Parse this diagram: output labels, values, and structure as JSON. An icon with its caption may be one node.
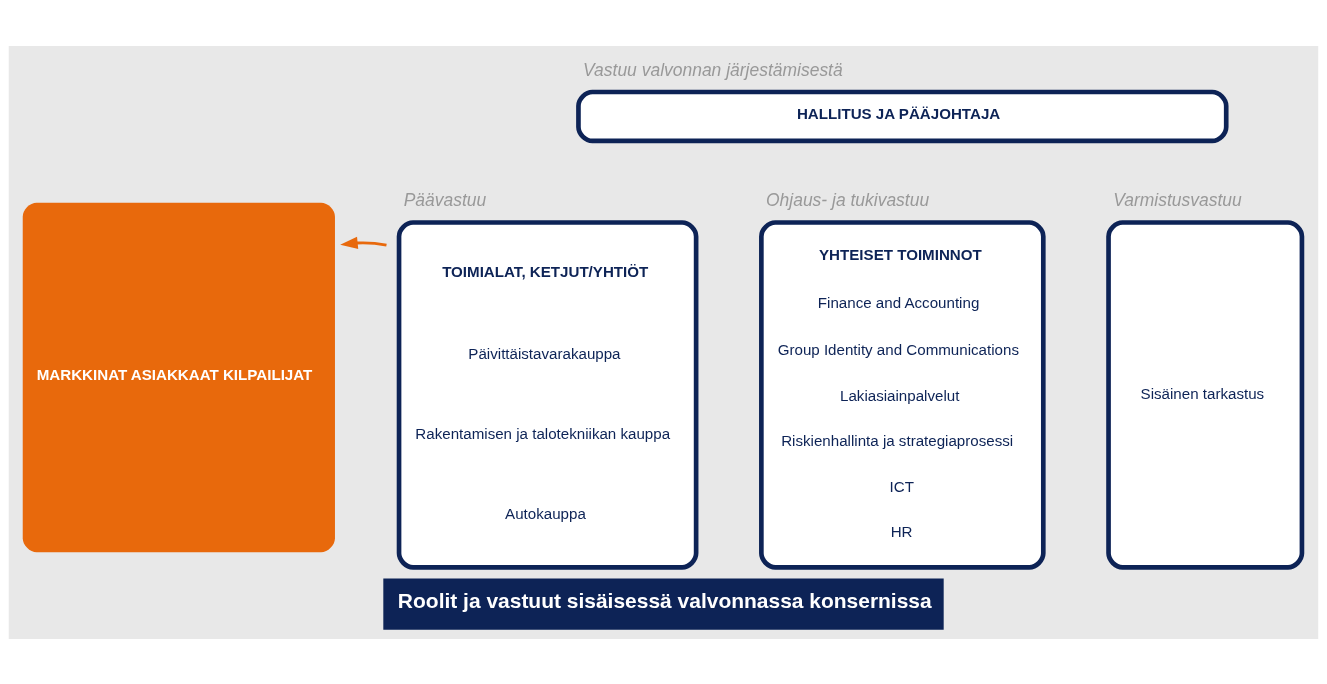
{
  "diagram": {
    "caption": "Roolit ja vastuut sisäisessä valvonnassa konsernissa",
    "nodes": [
      {
        "text": [
          "HALLITUS JA PÄÄJOHTAJA"
        ],
        "beside": [
          "Vastuu valvonnan järjestämisestä"
        ]
      },
      {
        "text": [
          "TOIMIALAT, KETJUT/YHTIÖT",
          "Päivittäistavarakauppa",
          "Rakentamisen ja talotekniikan kauppa",
          "Autokauppa"
        ],
        "beside": [
          "Päävastuu"
        ]
      },
      {
        "text": [
          "YHTEISET TOIMINNOT",
          "Finance and Accounting",
          "Group Identity and Communications",
          "Lakiasiainpalvelut",
          "Riskienhallinta ja strategiaprosessi",
          "ICT",
          "HR"
        ],
        "beside": [
          "Ohjaus- ja tukivastuu"
        ]
      },
      {
        "text": [
          "Sisäinen tarkastus"
        ],
        "beside": [
          "Varmistusvastuu"
        ]
      },
      {
        "text": [
          "MARKKINAT ASIAKKAAT KILPAILIJAT"
        ]
      }
    ],
    "edges": [
      {
        "from": 1,
        "to": 4,
        "arrow": "to",
        "color": "#e8690c"
      }
    ]
  }
}
